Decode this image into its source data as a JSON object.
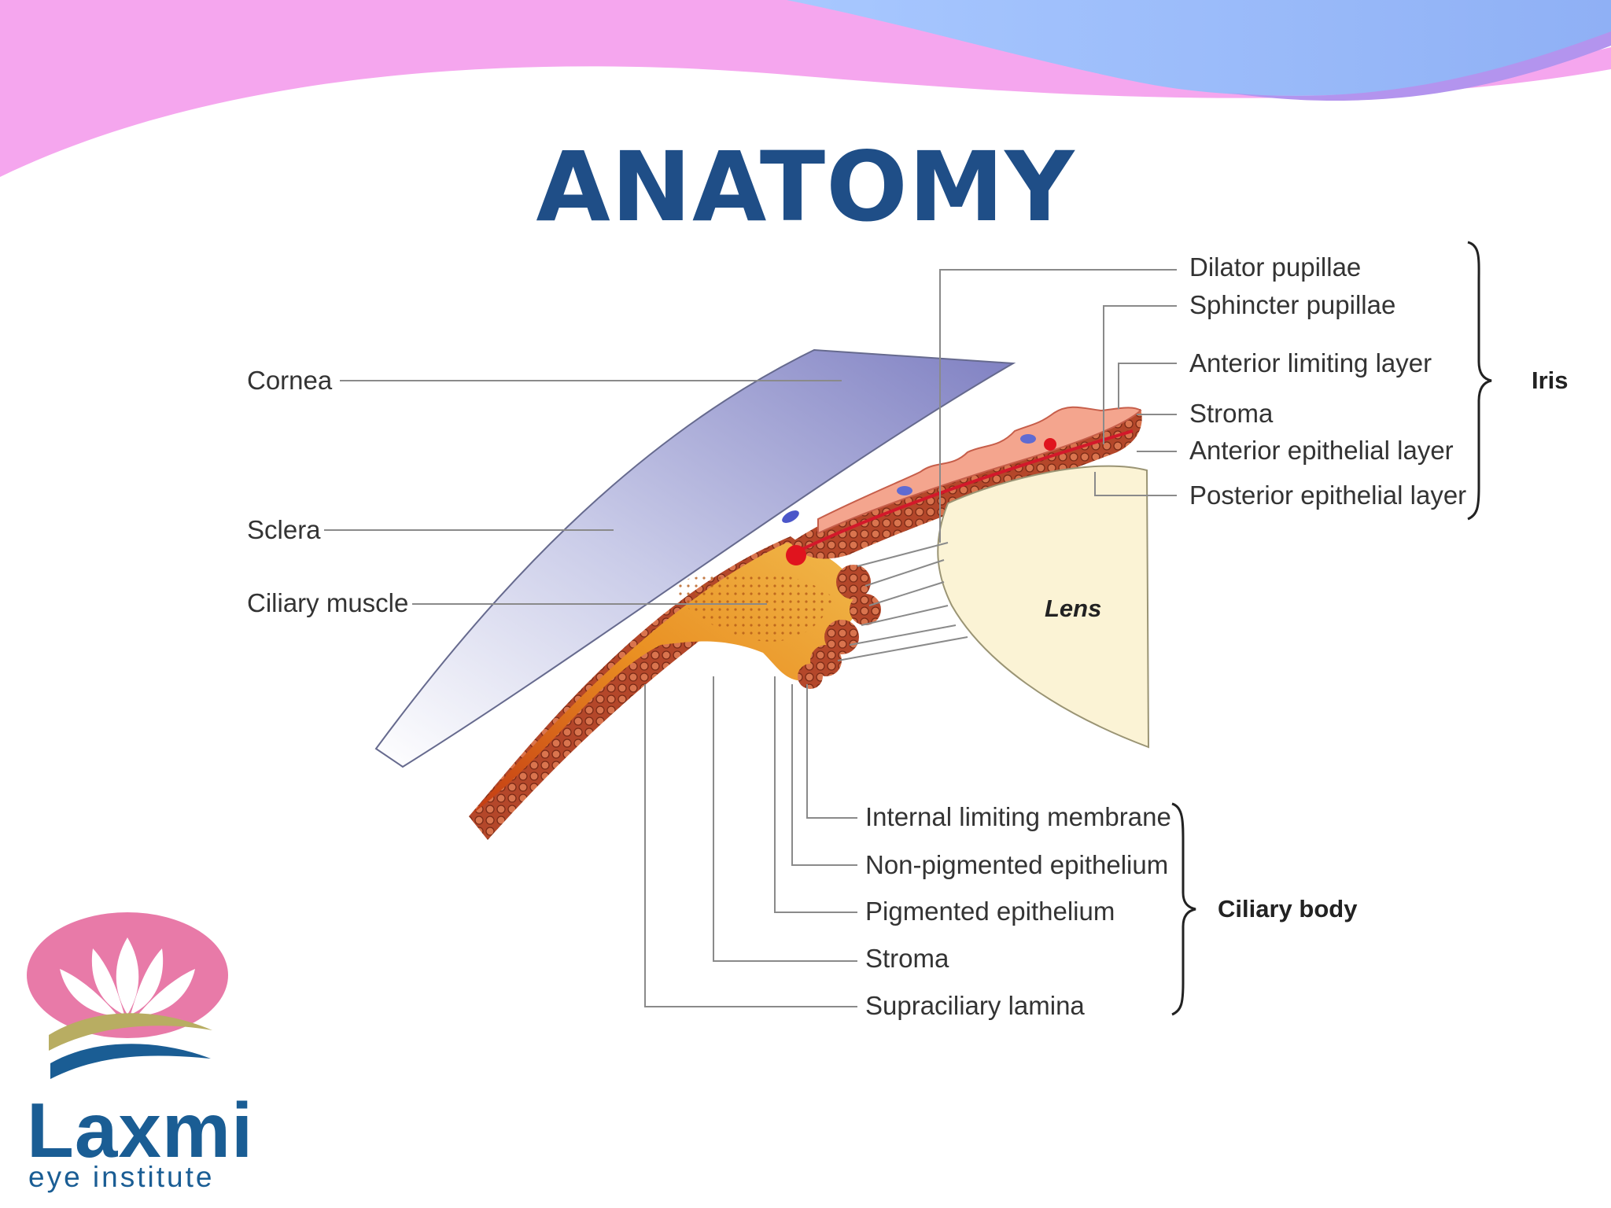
{
  "slide": {
    "title": "ANATOMY"
  },
  "colors": {
    "banner_pink": "#f5a6ee",
    "banner_blue": "#8fb8f8",
    "title": "#1f4e87",
    "logo_blue": "#1a5d94",
    "logo_pink": "#e87aa8"
  },
  "diagram": {
    "labels_left": {
      "cornea": "Cornea",
      "sclera": "Sclera",
      "ciliary_muscle": "Ciliary muscle"
    },
    "iris_layers": [
      "Dilator pupillae",
      "Sphincter pupillae",
      "Anterior limiting layer",
      "Stroma",
      "Anterior epithelial layer",
      "Posterior epithelial layer"
    ],
    "iris_group": "Iris",
    "lens": "Lens",
    "ciliary_layers": [
      "Internal limiting membrane",
      "Non-pigmented epithelium",
      "Pigmented epithelium",
      "Stroma",
      "Supraciliary lamina"
    ],
    "ciliary_group": "Ciliary body"
  },
  "logo": {
    "name": "Laxmi",
    "subtitle": "eye institute",
    "icon": "lotus-icon"
  }
}
